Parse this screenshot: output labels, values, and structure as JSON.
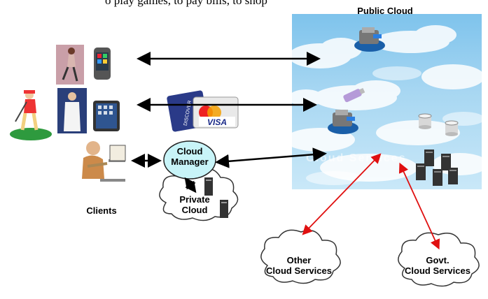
{
  "top_fragment": "o play games, to pay bills, to shop",
  "public_cloud": {
    "title": "Public Cloud",
    "watermark": "Cloud Services"
  },
  "cloud_manager": {
    "label_line1": "Cloud",
    "label_line2": "Manager"
  },
  "private_cloud": {
    "label_line1": "Private",
    "label_line2": "Cloud"
  },
  "clients": {
    "label": "Clients"
  },
  "other_cloud": {
    "label_line1": "Other",
    "label_line2": "Cloud Services"
  },
  "govt_cloud": {
    "label_line1": "Govt.",
    "label_line2": "Cloud Services"
  },
  "cards": {
    "card1_brand": "DISCOVER",
    "card2_brand": "VISA"
  },
  "colors": {
    "sky": "#a8d7f2",
    "manager_fill": "#c8f4f8",
    "link_red": "#e01010",
    "link_black": "#000000"
  }
}
